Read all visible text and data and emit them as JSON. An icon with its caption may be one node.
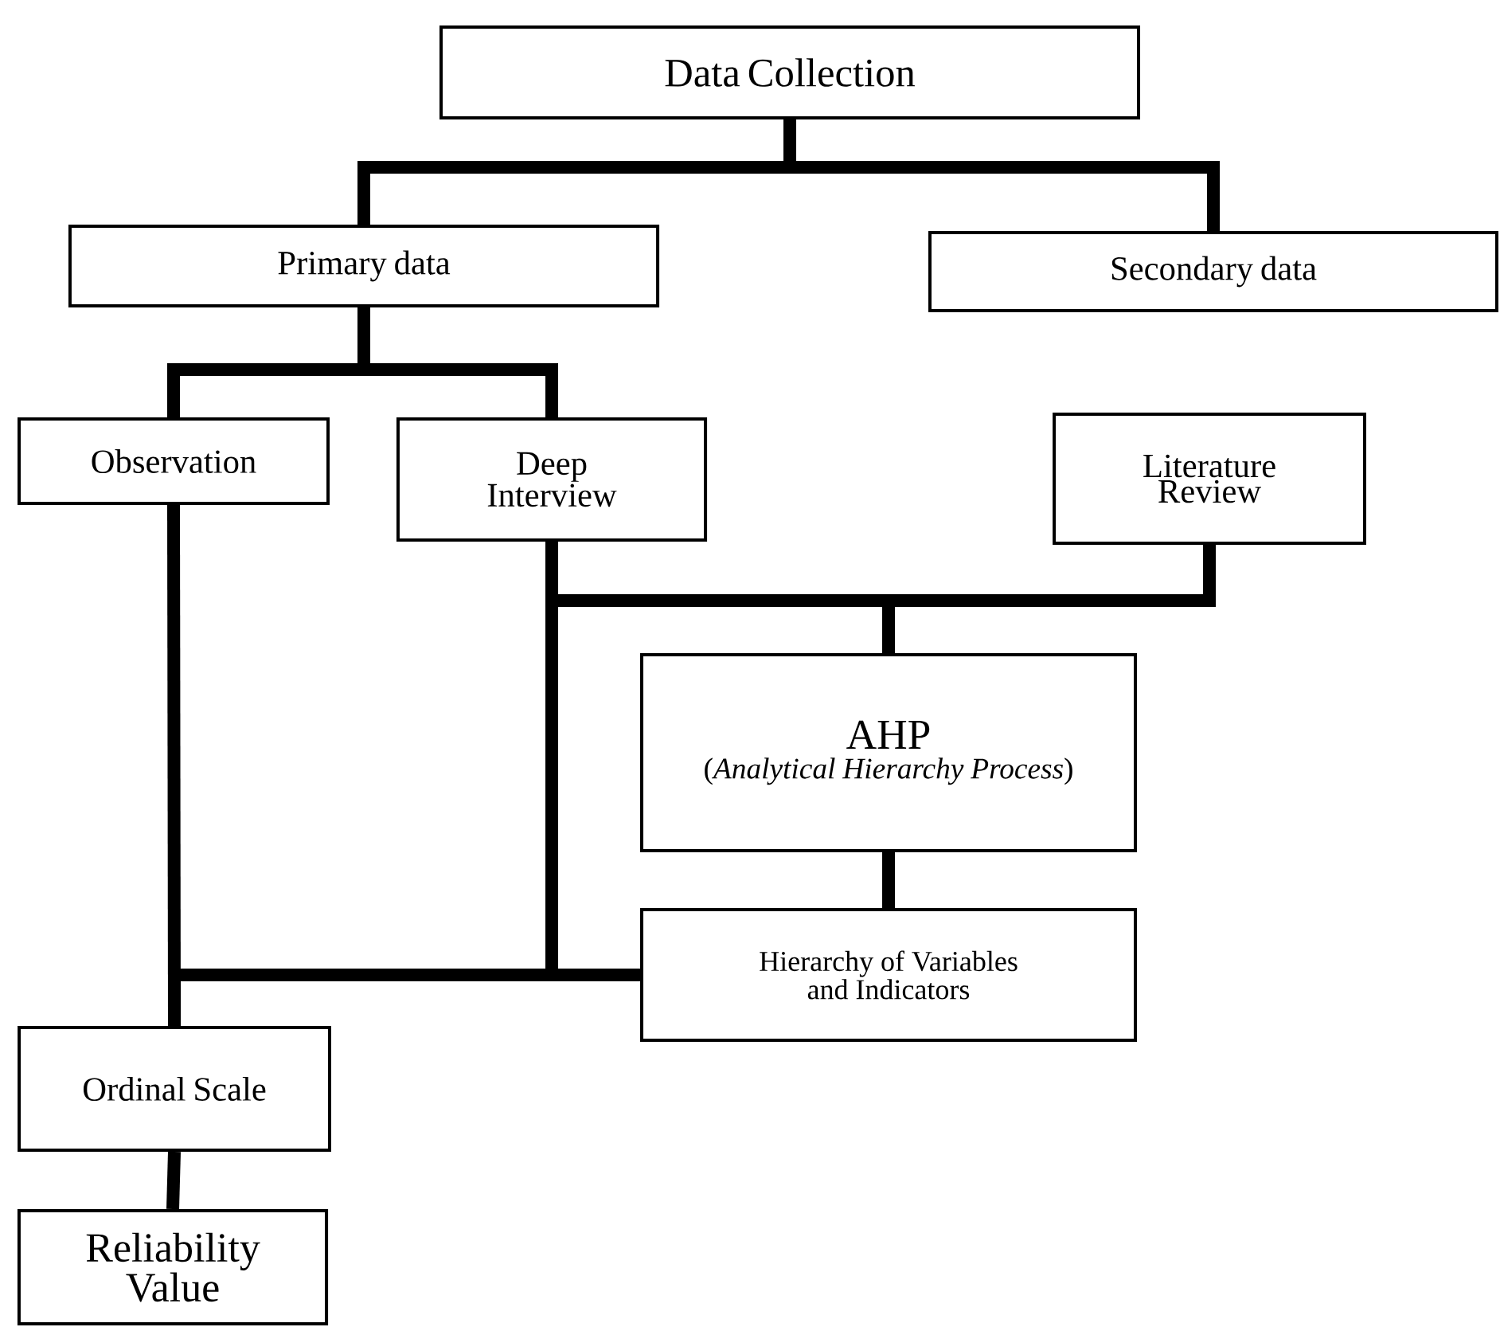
{
  "diagram": {
    "nodes": [
      {
        "text": [
          "Data Collection"
        ]
      },
      {
        "text": [
          "Primary data"
        ]
      },
      {
        "text": [
          "Secondary data"
        ]
      },
      {
        "text": [
          "Observation"
        ]
      },
      {
        "text": [
          "Deep Interview"
        ]
      },
      {
        "text": [
          "Literature Review"
        ]
      },
      {
        "text": [
          "AHP",
          "(*Analytical Hierarchy Process*)"
        ]
      },
      {
        "text": [
          "Hierarchy of Variables and Indicators"
        ]
      },
      {
        "text": [
          "Ordinal Scale"
        ]
      },
      {
        "text": [
          "Reliability Value"
        ]
      }
    ],
    "edges": [
      {
        "from": 0,
        "to": 1,
        "arrow": "none"
      },
      {
        "from": 0,
        "to": 2,
        "arrow": "none"
      },
      {
        "from": 1,
        "to": 3,
        "arrow": "none"
      },
      {
        "from": 1,
        "to": 4,
        "arrow": "none"
      },
      {
        "from": 4,
        "to": 6,
        "arrow": "none"
      },
      {
        "from": 5,
        "to": 6,
        "arrow": "none"
      },
      {
        "from": 6,
        "to": 7,
        "arrow": "none"
      },
      {
        "from": 3,
        "to": 8,
        "arrow": "none"
      },
      {
        "from": 4,
        "to": 8,
        "arrow": "none"
      },
      {
        "from": 7,
        "to": 8,
        "arrow": "none"
      },
      {
        "from": 8,
        "to": 9,
        "arrow": "none"
      }
    ]
  }
}
